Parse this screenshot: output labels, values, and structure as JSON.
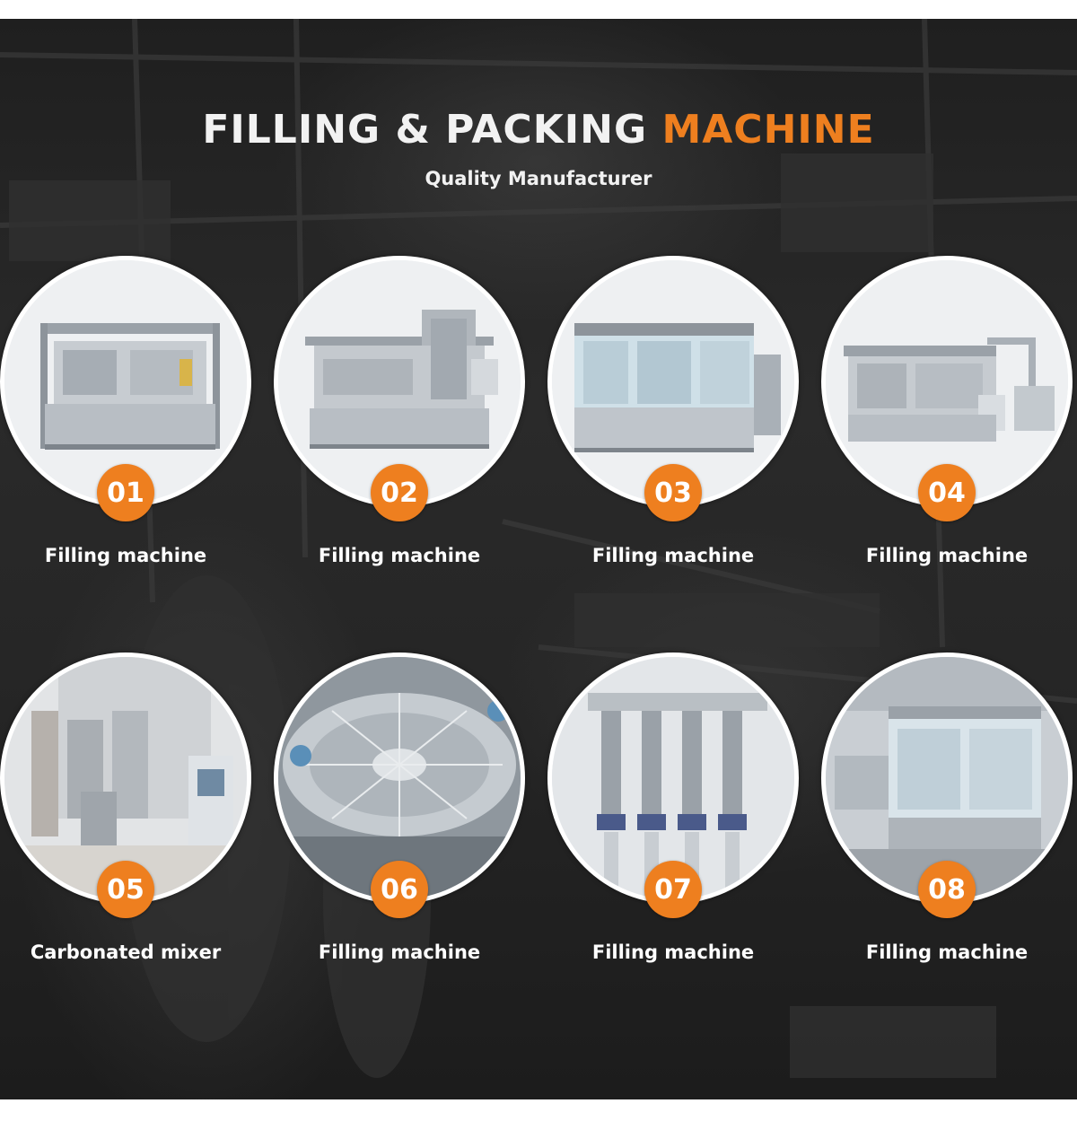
{
  "header": {
    "title_main": "FILLING & PACKING",
    "title_accent": "MACHINE",
    "subtitle": "Quality Manufacturer"
  },
  "colors": {
    "accent": "#ee7f1f",
    "background": "#262626",
    "text": "#f2f2f2"
  },
  "products": [
    {
      "number": "01",
      "label": "Filling machine",
      "image": "filling-machine-photo"
    },
    {
      "number": "02",
      "label": "Filling machine",
      "image": "filling-machine-photo"
    },
    {
      "number": "03",
      "label": "Filling machine",
      "image": "filling-machine-photo"
    },
    {
      "number": "04",
      "label": "Filling machine",
      "image": "filling-machine-photo"
    },
    {
      "number": "05",
      "label": "Carbonated mixer",
      "image": "carbonated-mixer-photo"
    },
    {
      "number": "06",
      "label": "Filling machine",
      "image": "rotary-filler-closeup-photo"
    },
    {
      "number": "07",
      "label": "Filling machine",
      "image": "filling-valves-closeup-photo"
    },
    {
      "number": "08",
      "label": "Filling machine",
      "image": "filling-machine-factory-photo"
    }
  ]
}
